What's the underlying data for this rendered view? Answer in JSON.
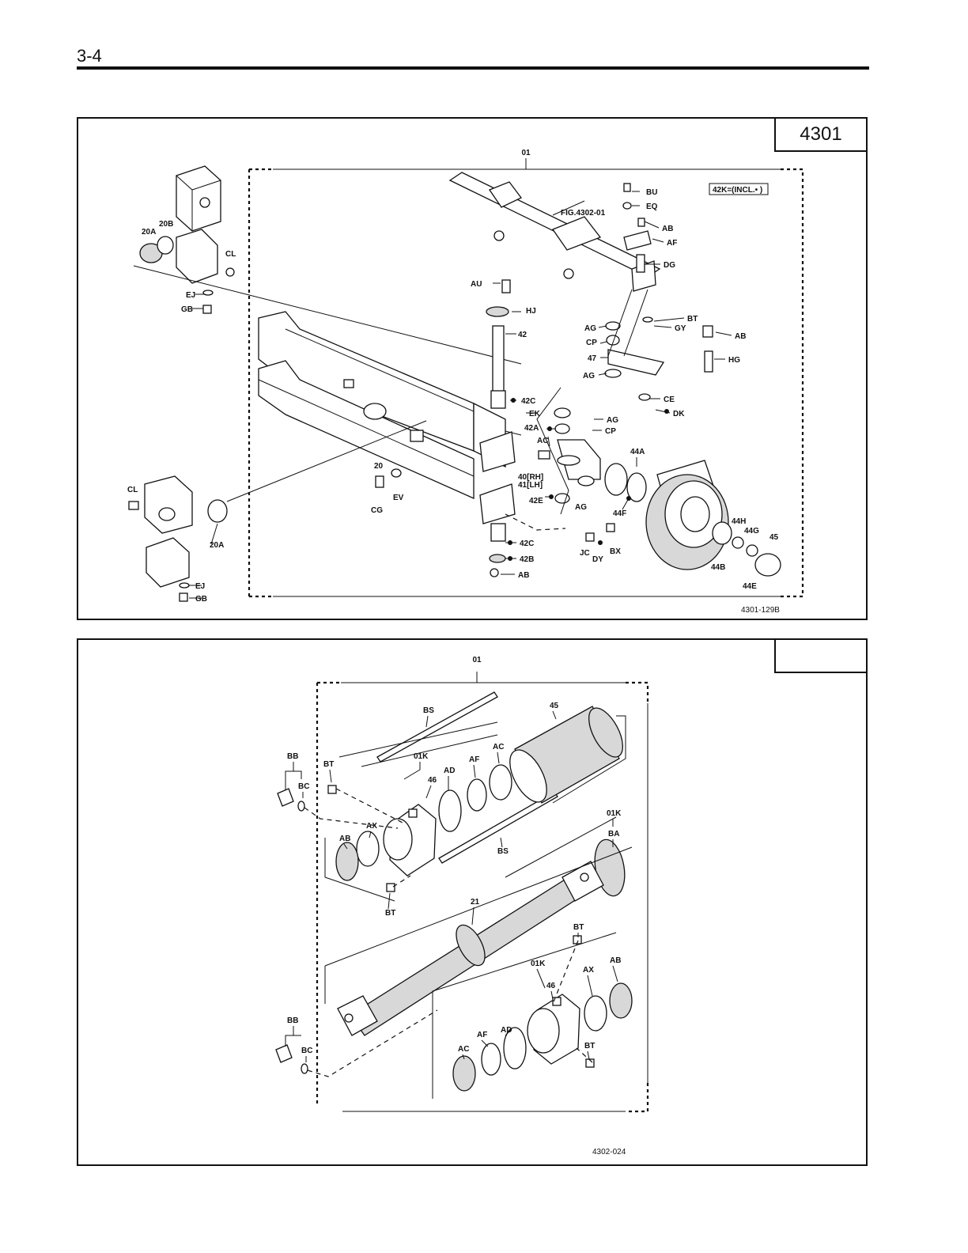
{
  "page": {
    "number": "3-4"
  },
  "figure_1": {
    "figure_number": "4301",
    "drawing_ref": "4301-129B",
    "assembly_label": "01",
    "cross_ref": "FIG.4302-01",
    "note": "42K=(INCL.• )",
    "callouts": {
      "c20A_top": "20A",
      "c20B": "20B",
      "cCL_top": "CL",
      "cEJ_top": "EJ",
      "cGB_top": "GB",
      "cAU": "AU",
      "cHJ": "HJ",
      "c42": "42",
      "c42C_top": "42C",
      "cEK": "EK",
      "c42A": "42A",
      "cAC": "AC",
      "c40": "40[RH]",
      "c41": "41[LH]",
      "c42E": "42E",
      "cAG_low": "AG",
      "c42C_bot": "42C",
      "c42B": "42B",
      "cAB_bot": "AB",
      "c20": "20",
      "cCG": "CG",
      "cEV": "EV",
      "cCL_bot": "CL",
      "c20A_bot": "20A",
      "cEJ_bot": "EJ",
      "cGB_bot": "GB",
      "cBU": "BU",
      "cEQ": "EQ",
      "cAB_1": "AB",
      "cAF": "AF",
      "cDG": "DG",
      "cBT": "BT",
      "cGY": "GY",
      "cAB_2": "AB",
      "cHG": "HG",
      "cAG_1": "AG",
      "cCP_1": "CP",
      "c47": "47",
      "cAG_2": "AG",
      "cCE": "CE",
      "cDK": "DK",
      "cAG_3": "AG",
      "cCP_2": "CP",
      "c44A": "44A",
      "c44F": "44F",
      "cJC": "JC",
      "cDY": "DY",
      "cBX": "BX",
      "c44B": "44B",
      "c44H": "44H",
      "c44G": "44G",
      "c45": "45",
      "c44E": "44E"
    }
  },
  "figure_2": {
    "figure_number": "",
    "drawing_ref": "4302-024",
    "assembly_label": "01",
    "callouts": {
      "cBS_top": "BS",
      "c45": "45",
      "cAC_top": "AC",
      "cAF_top": "AF",
      "cAD_top": "AD",
      "c01K_top": "01K",
      "c46_top": "46",
      "cBB_top": "BB",
      "cBC_top": "BC",
      "cBT_top": "BT",
      "cAB_left": "AB",
      "cAX_left": "AX",
      "cBS_mid": "BS",
      "c01K_right": "01K",
      "cBA": "BA",
      "cBT_mid": "BT",
      "c21": "21",
      "cBT_right": "BT",
      "c01K_bot": "01K",
      "cAX_right": "AX",
      "cAB_right": "AB",
      "c46_bot": "46",
      "cAF_bot": "AF",
      "cAD_bot": "AD",
      "cAC_bot": "AC",
      "cBT_bot": "BT",
      "cBB_bot": "BB",
      "cBC_bot": "BC"
    }
  }
}
